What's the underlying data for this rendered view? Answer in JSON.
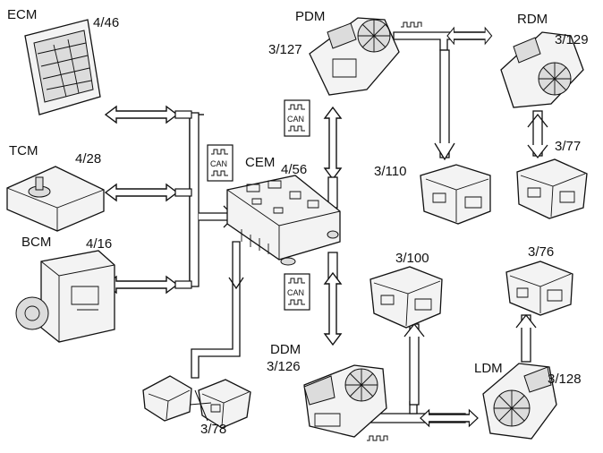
{
  "modules": {
    "ecm": {
      "name": "ECM",
      "ref": "4/46"
    },
    "tcm": {
      "name": "TCM",
      "ref": "4/28"
    },
    "bcm": {
      "name": "BCM",
      "ref": "4/16"
    },
    "cem": {
      "name": "CEM",
      "ref": "4/56"
    },
    "pdm": {
      "name": "PDM",
      "ref": "3/127"
    },
    "rdm": {
      "name": "RDM",
      "ref": "3/129"
    },
    "ddm": {
      "name": "DDM",
      "ref": "3/126"
    },
    "ldm": {
      "name": "LDM",
      "ref": "3/128"
    }
  },
  "locks": {
    "pdm_lock": "3/110",
    "rdm_lock": "3/77",
    "ddm_lock": "3/100",
    "ldm_lock": "3/76",
    "cem_lock": "3/78"
  },
  "can_label": "CAN"
}
